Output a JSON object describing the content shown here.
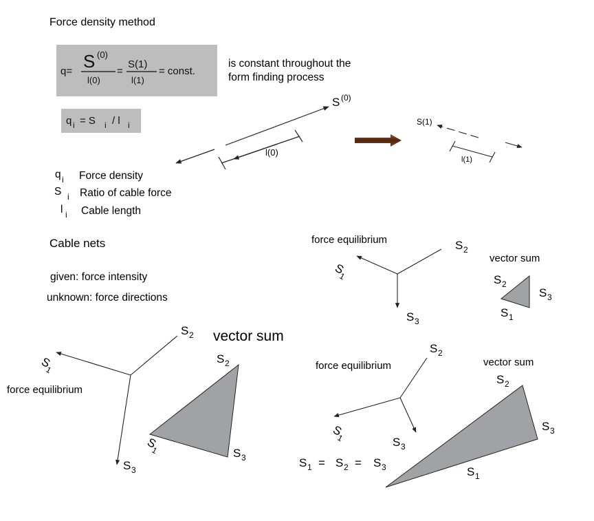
{
  "title": "Force density method",
  "formula_main": {
    "q_eq": "q=",
    "S": "S",
    "sup0": "(0)",
    "den0": "l(0)",
    "eq1": "=",
    "num1": "S(1)",
    "den1": "l(1)",
    "eq2": "= const.",
    "note_line1": "is constant throughout the",
    "note_line2": "form finding process"
  },
  "formula_small": {
    "q": "q",
    "q_sub": "i",
    "mid": "= S",
    "s_sub": "i",
    "slash": "/ l",
    "l_sub": "i"
  },
  "cable_fig": {
    "s0": "S",
    "s0_sup": "(0)",
    "l0": "l(0)",
    "s1": "S(1)",
    "l1": "l(1)"
  },
  "legend": [
    {
      "sym": "q",
      "sub": "i",
      "label": "Force density"
    },
    {
      "sym": "S",
      "sub": "i",
      "label": "Ratio of cable force"
    },
    {
      "sym": "l",
      "sub": "i",
      "label": "Cable length"
    }
  ],
  "cable_nets": {
    "heading": "Cable nets",
    "given": "given: force intensity",
    "unknown": "unknown: force directions"
  },
  "labels": {
    "S": "S",
    "sub1": "1",
    "sub2": "2",
    "sub3": "3",
    "force_equilibrium": "force equilibrium",
    "vector_sum": "vector sum",
    "eq": "="
  },
  "colors": {
    "box": "#bdbdbd",
    "triangle": "#a0a2a6",
    "arrow_brown": "#6b3a1c",
    "line": "#222222"
  }
}
